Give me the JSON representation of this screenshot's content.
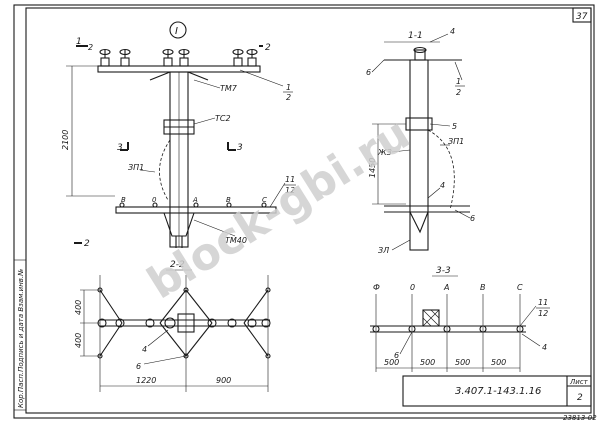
{
  "sheet": {
    "page_number": "37",
    "document_code": "3.407.1-143.1.16",
    "sheet_label": "Лист",
    "sheet_number": "2",
    "bottom_code": "23813-02",
    "side_stamp": "Кор.Пасп.Подпись и дата Взам.инв.№"
  },
  "watermark": "block-gbi.ru",
  "main_view": {
    "roman_mark": "I",
    "section_mark": "1",
    "section_mark_sub": "2",
    "section_mark_2": "2",
    "label_1": "1",
    "label_2": "2",
    "label_tmp": "ТМ7",
    "label_tc": "ТС2",
    "label_3": "3",
    "label_3b": "3",
    "label_zp": "ЗП1",
    "height_dim": "2100",
    "phase_labels": [
      "В",
      "0",
      "А",
      "В",
      "С"
    ],
    "label_11": "11",
    "label_12": "12",
    "label_tmo": "ТМ40",
    "label_bottom_2": "2"
  },
  "view_1_1": {
    "title": "1-1",
    "label_4": "4",
    "label_6": "6",
    "label_1": "1",
    "label_2": "2",
    "label_5": "5",
    "label_zp": "ЗП1",
    "label_zk3": "ЖЗ",
    "dim_1450": "1450",
    "label_4b": "4",
    "label_6b": "6",
    "label_zl": "ЗЛ"
  },
  "view_2_2": {
    "title": "2-2",
    "dim_400_top": "400",
    "dim_400_bottom": "400",
    "label_4": "4",
    "label_6": "6",
    "dim_1220": "1220",
    "dim_900": "900"
  },
  "view_3_3": {
    "title": "3-3",
    "phase_labels": [
      "Ф",
      "0",
      "А",
      "В",
      "С"
    ],
    "label_11": "11",
    "label_12": "12",
    "label_6": "6",
    "label_4": "4",
    "dims": [
      "500",
      "500",
      "500",
      "500"
    ]
  }
}
